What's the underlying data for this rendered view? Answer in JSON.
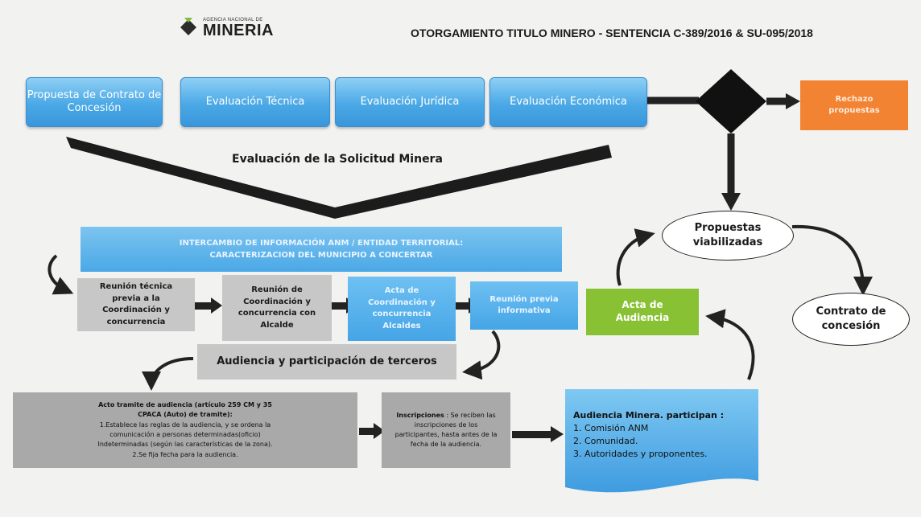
{
  "header": {
    "logo_small": "AGENCIA NACIONAL DE",
    "logo_main": "MINERIA",
    "title": "OTORGAMIENTO TITULO MINERO  - SENTENCIA C-389/2016 & SU-095/2018"
  },
  "top_row": {
    "step1": "Propuesta de Contrato de Concesión",
    "step2": "Evaluación Técnica",
    "step3": "Evaluación Jurídica",
    "step4": "Evaluación Económica",
    "reject_line1": "Rechazo",
    "reject_line2": "propuestas"
  },
  "evaluation_label": "Evaluación de la Solicitud Minera",
  "ellipses": {
    "viabilizadas_line1": "Propuestas",
    "viabilizadas_line2": "viabilizadas",
    "contrato_line1": "Contrato de",
    "contrato_line2": "concesión"
  },
  "intercambio": {
    "line1": "INTERCAMBIO DE INFORMACIÓN ANM / ENTIDAD TERRITORIAL:",
    "line2": "CARACTERIZACION DEL MUNICIPIO A CONCERTAR"
  },
  "middle_row": {
    "reunion_tecnica": "Reunión técnica previa a la Coordinación y concurrencia",
    "reunion_coordinacion": "Reunión de Coordinación y concurrencia con Alcalde",
    "acta_coordinacion": "Acta de Coordinación y concurrencia Alcaldes",
    "reunion_previa": "Reunión previa informativa",
    "acta_audiencia_line1": "Acta de",
    "acta_audiencia_line2": "Audiencia"
  },
  "audiencia_terceros": "Audiencia y participación de terceros",
  "acto": {
    "heading1": "Acto tramite de audiencia (artículo 259 CM y 35",
    "heading2": "CPACA (Auto) de tramite):",
    "line1": "1.Establece las reglas de la audiencia,  y se ordena la",
    "line2": "comunicación a  personas determinadas(oficio)",
    "line3": "Indeterminadas (según las características de la zona).",
    "line4": "2.Se fija fecha para la audiencia."
  },
  "inscripciones": {
    "label": "Inscripciones",
    "text": " : Se reciben las inscripciones de los participantes, hasta antes de la fecha de la audiencia."
  },
  "audiencia_minera": {
    "heading_bold": "Audiencia Minera",
    "heading_rest": ". participan :",
    "items": [
      "1.  Comisión ANM",
      "2.  Comunidad.",
      "3.  Autoridades y proponentes."
    ]
  },
  "colors": {
    "blue": "#4aa8e6",
    "orange": "#f28333",
    "green": "#88c234",
    "gray": "#c7c7c7",
    "dark_gray": "#a9a9a9",
    "dark": "#222222"
  }
}
